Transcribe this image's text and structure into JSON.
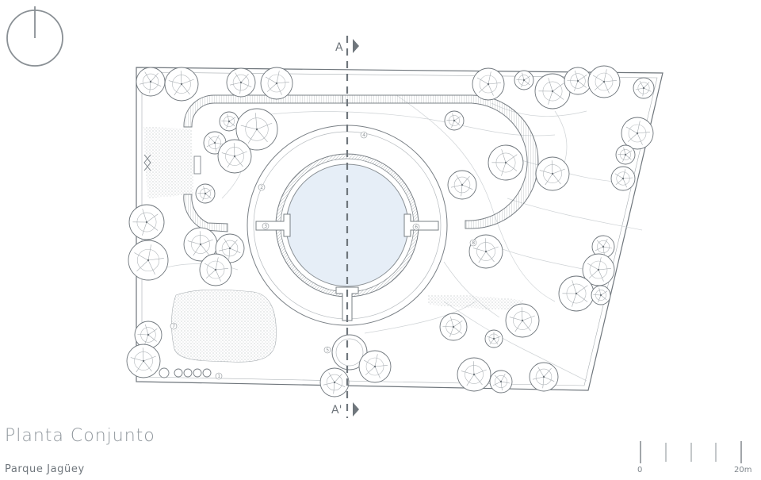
{
  "drawing": {
    "title": "Planta Conjunto",
    "subtitle": "Parque Jagüey"
  },
  "section_marks": {
    "top": "A",
    "bottom": "A'"
  },
  "callouts": [
    "1",
    "2",
    "3",
    "4",
    "5",
    "6",
    "7",
    "8"
  ],
  "scale_bar": {
    "start_label": "0",
    "end_label": "20m"
  },
  "colors": {
    "line": "#8a9095",
    "pond": "#e6eef7",
    "text": "#8f969c"
  },
  "icons": [
    "north-arrow-icon",
    "section-arrow-icon",
    "tree-icon"
  ]
}
